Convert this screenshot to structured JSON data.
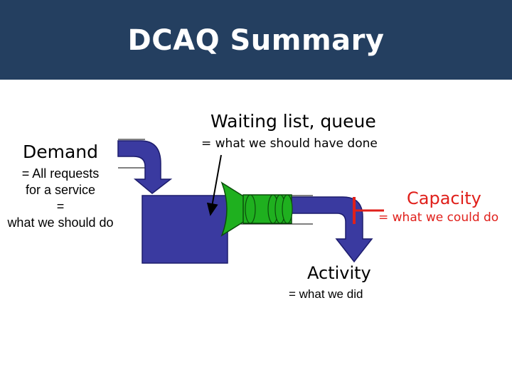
{
  "slide": {
    "title": "DCAQ Summary"
  },
  "demand": {
    "title": "Demand",
    "lines": [
      "= All requests",
      "for a service",
      "=",
      "what we should do"
    ]
  },
  "queue": {
    "title": "Waiting list, queue",
    "description": "= what we should have done"
  },
  "capacity": {
    "title": "Capacity",
    "description": "= what we could do"
  },
  "activity": {
    "title": "Activity",
    "description": "= what we did"
  },
  "colors": {
    "header": "#243f60",
    "flow_arrows": "#3a3aa0",
    "tank": "#3a3aa0",
    "funnel": "#1fb01f",
    "capacity": "#e0201b"
  }
}
